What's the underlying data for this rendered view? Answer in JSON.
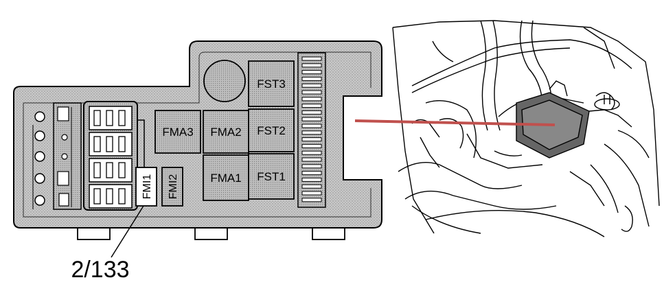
{
  "fusebox": {
    "fuses": {
      "fst3": "FST3",
      "fma3": "FMA3",
      "fma2": "FMA2",
      "fst2": "FST2",
      "fma1": "FMA1",
      "fst1": "FST1",
      "fmi1": "FMI1",
      "fmi2": "FMI2"
    },
    "callout_label": "2/133"
  },
  "colors": {
    "housing_fill": "#c8c8c8",
    "outline": "#000000",
    "pointer_line": "#c0504d"
  }
}
